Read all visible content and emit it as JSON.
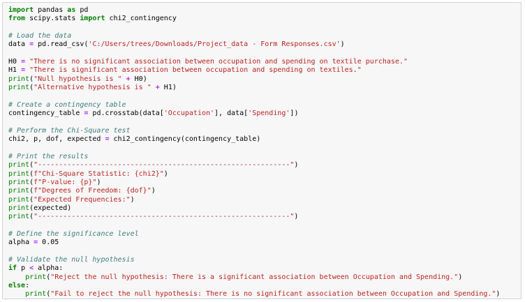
{
  "colors": {
    "background": "#f7f7f7",
    "border": "#d3d3d3",
    "keyword": "#008000",
    "string": "#ba2121",
    "comment": "#3d7b7b",
    "operator": "#aa22ff",
    "text": "#000000"
  },
  "code_lines": [
    [
      {
        "t": "kw",
        "v": "import"
      },
      {
        "t": "pl",
        "v": " pandas "
      },
      {
        "t": "kw",
        "v": "as"
      },
      {
        "t": "pl",
        "v": " pd"
      }
    ],
    [
      {
        "t": "kw",
        "v": "from"
      },
      {
        "t": "pl",
        "v": " scipy.stats "
      },
      {
        "t": "kw",
        "v": "import"
      },
      {
        "t": "pl",
        "v": " chi2_contingency"
      }
    ],
    [],
    [
      {
        "t": "cm",
        "v": "# Load the data"
      }
    ],
    [
      {
        "t": "pl",
        "v": "data "
      },
      {
        "t": "op",
        "v": "="
      },
      {
        "t": "pl",
        "v": " pd.read_csv("
      },
      {
        "t": "str",
        "v": "'C:/Users/trees/Downloads/Project_data - Form Responses.csv'"
      },
      {
        "t": "pl",
        "v": ")"
      }
    ],
    [],
    [
      {
        "t": "pl",
        "v": "H0 "
      },
      {
        "t": "op",
        "v": "="
      },
      {
        "t": "pl",
        "v": " "
      },
      {
        "t": "str",
        "v": "\"There is no significant association between occupation and spending on textile purchase.\""
      }
    ],
    [
      {
        "t": "pl",
        "v": "H1 "
      },
      {
        "t": "op",
        "v": "="
      },
      {
        "t": "pl",
        "v": " "
      },
      {
        "t": "str",
        "v": "\"There is significant association between occupation and spending on textiles.\""
      }
    ],
    [
      {
        "t": "nm",
        "v": "print"
      },
      {
        "t": "pl",
        "v": "("
      },
      {
        "t": "str",
        "v": "\"Null hypothesis is \""
      },
      {
        "t": "pl",
        "v": " "
      },
      {
        "t": "op",
        "v": "+"
      },
      {
        "t": "pl",
        "v": " H0)"
      }
    ],
    [
      {
        "t": "nm",
        "v": "print"
      },
      {
        "t": "pl",
        "v": "("
      },
      {
        "t": "str",
        "v": "\"Alternative hypothesis is \""
      },
      {
        "t": "pl",
        "v": " "
      },
      {
        "t": "op",
        "v": "+"
      },
      {
        "t": "pl",
        "v": " H1)"
      }
    ],
    [],
    [
      {
        "t": "cm",
        "v": "# Create a contingency table"
      }
    ],
    [
      {
        "t": "pl",
        "v": "contingency_table "
      },
      {
        "t": "op",
        "v": "="
      },
      {
        "t": "pl",
        "v": " pd.crosstab(data["
      },
      {
        "t": "str",
        "v": "'Occupation'"
      },
      {
        "t": "pl",
        "v": "], data["
      },
      {
        "t": "str",
        "v": "'Spending'"
      },
      {
        "t": "pl",
        "v": "])"
      }
    ],
    [],
    [
      {
        "t": "cm",
        "v": "# Perform the Chi-Square test"
      }
    ],
    [
      {
        "t": "pl",
        "v": "chi2, p, dof, expected "
      },
      {
        "t": "op",
        "v": "="
      },
      {
        "t": "pl",
        "v": " chi2_contingency(contingency_table)"
      }
    ],
    [],
    [
      {
        "t": "cm",
        "v": "# Print the results"
      }
    ],
    [
      {
        "t": "nm",
        "v": "print"
      },
      {
        "t": "pl",
        "v": "("
      },
      {
        "t": "str",
        "v": "\"------------------------------------------------------------\""
      },
      {
        "t": "pl",
        "v": ")"
      }
    ],
    [
      {
        "t": "nm",
        "v": "print"
      },
      {
        "t": "pl",
        "v": "("
      },
      {
        "t": "str",
        "v": "f\"Chi-Square Statistic: {chi2}\""
      },
      {
        "t": "pl",
        "v": ")"
      }
    ],
    [
      {
        "t": "nm",
        "v": "print"
      },
      {
        "t": "pl",
        "v": "("
      },
      {
        "t": "str",
        "v": "f\"P-value: {p}\""
      },
      {
        "t": "pl",
        "v": ")"
      }
    ],
    [
      {
        "t": "nm",
        "v": "print"
      },
      {
        "t": "pl",
        "v": "("
      },
      {
        "t": "str",
        "v": "f\"Degrees of Freedom: {dof}\""
      },
      {
        "t": "pl",
        "v": ")"
      }
    ],
    [
      {
        "t": "nm",
        "v": "print"
      },
      {
        "t": "pl",
        "v": "("
      },
      {
        "t": "str",
        "v": "\"Expected Frequencies:\""
      },
      {
        "t": "pl",
        "v": ")"
      }
    ],
    [
      {
        "t": "nm",
        "v": "print"
      },
      {
        "t": "pl",
        "v": "(expected)"
      }
    ],
    [
      {
        "t": "nm",
        "v": "print"
      },
      {
        "t": "pl",
        "v": "("
      },
      {
        "t": "str",
        "v": "\"------------------------------------------------------------\""
      },
      {
        "t": "pl",
        "v": ")"
      }
    ],
    [],
    [
      {
        "t": "cm",
        "v": "# Define the significance level"
      }
    ],
    [
      {
        "t": "pl",
        "v": "alpha "
      },
      {
        "t": "op",
        "v": "="
      },
      {
        "t": "pl",
        "v": " 0.05"
      }
    ],
    [],
    [
      {
        "t": "cm",
        "v": "# Validate the null hypothesis"
      }
    ],
    [
      {
        "t": "kw",
        "v": "if"
      },
      {
        "t": "pl",
        "v": " p "
      },
      {
        "t": "op",
        "v": "<"
      },
      {
        "t": "pl",
        "v": " alpha:"
      }
    ],
    [
      {
        "t": "pl",
        "v": "    "
      },
      {
        "t": "nm",
        "v": "print"
      },
      {
        "t": "pl",
        "v": "("
      },
      {
        "t": "str",
        "v": "\"Reject the null hypothesis: There is a significant association between Occupation and Spending.\""
      },
      {
        "t": "pl",
        "v": ")"
      }
    ],
    [
      {
        "t": "kw",
        "v": "else"
      },
      {
        "t": "pl",
        "v": ":"
      }
    ],
    [
      {
        "t": "pl",
        "v": "    "
      },
      {
        "t": "nm",
        "v": "print"
      },
      {
        "t": "pl",
        "v": "("
      },
      {
        "t": "str",
        "v": "\"Fail to reject the null hypothesis: There is no significant association between Occupation and Spending.\""
      },
      {
        "t": "pl",
        "v": ")"
      }
    ]
  ]
}
